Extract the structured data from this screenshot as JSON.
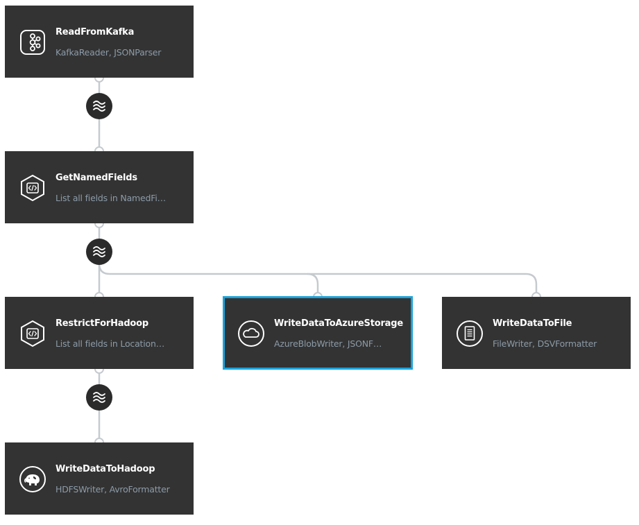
{
  "nodes": {
    "read_kafka": {
      "title": "ReadFromKafka",
      "subtitle": "KafkaReader, JSONParser",
      "icon": "kafka-icon"
    },
    "get_named_fields": {
      "title": "GetNamedFields",
      "subtitle": "List all fields in NamedFi…",
      "icon": "code-hexagon-icon"
    },
    "restrict_hadoop": {
      "title": "RestrictForHadoop",
      "subtitle": "List all fields in Location…",
      "icon": "code-hexagon-icon"
    },
    "write_azure": {
      "title": "WriteDataToAzureStorage",
      "subtitle": "AzureBlobWriter, JSONF…",
      "icon": "cloud-icon",
      "selected": true
    },
    "write_file": {
      "title": "WriteDataToFile",
      "subtitle": "FileWriter, DSVFormatter",
      "icon": "document-icon"
    },
    "write_hadoop": {
      "title": "WriteDataToHadoop",
      "subtitle": "HDFSWriter, AvroFormatter",
      "icon": "hadoop-elephant-icon"
    }
  },
  "colors": {
    "node_bg": "#333333",
    "title": "#ffffff",
    "subtitle": "#8c9ba8",
    "edge": "#c5cacf",
    "selected_outline": "#1aa4dc",
    "stream_badge": "#2b2b2b"
  }
}
